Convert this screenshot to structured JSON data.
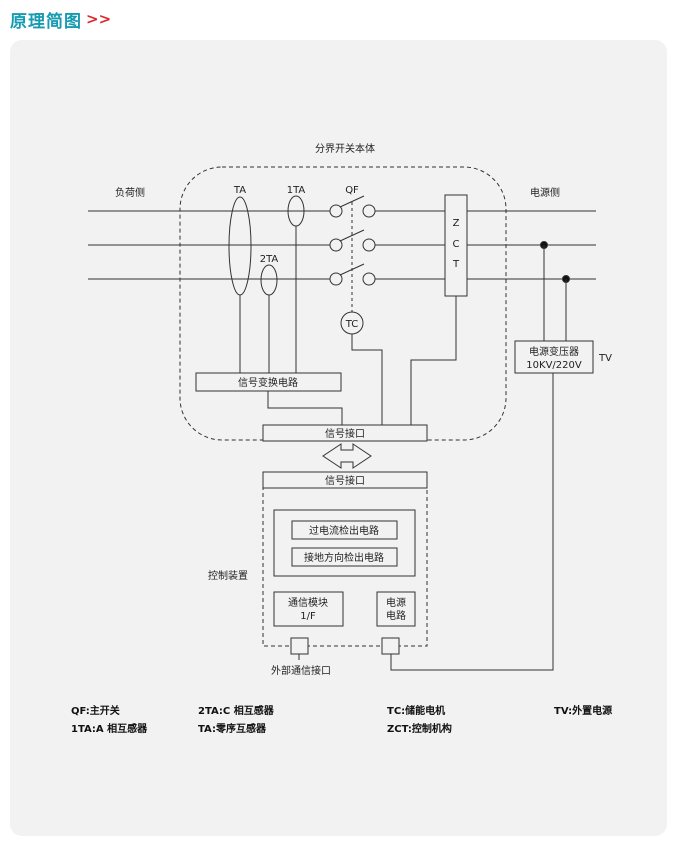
{
  "header": {
    "title": "原理简图",
    "arrow": ">>"
  },
  "diagram": {
    "enclosure_label": "分界开关本体",
    "load_side": "负荷侧",
    "source_side": "电源侧",
    "ta": "TA",
    "ta1": "1TA",
    "ta2": "2TA",
    "qf": "QF",
    "zct": [
      "Z",
      "C",
      "T"
    ],
    "tc": "TC",
    "signal_convert": "信号变换电路",
    "signal_interface": "信号接口",
    "control_interface": "信号接口",
    "overcurrent": "过电流检出电路",
    "ground_direction": "接地方向检出电路",
    "control_device": "控制装置",
    "comm_module_line1": "通信模块",
    "comm_module_line2": "1/F",
    "power_circuit_line1": "电源",
    "power_circuit_line2": "电路",
    "external_comm": "外部通信接口",
    "transformer_line1": "电源变压器",
    "transformer_line2": "10KV/220V",
    "tv": "TV"
  },
  "legend": {
    "qf": "QF:主开关",
    "ta1": "1TA:A 相互感器",
    "ta2": "2TA:C 相互感器",
    "ta": "TA:零序互感器",
    "tc": "TC:储能电机",
    "zct": "ZCT:控制机构",
    "tv": "TV:外置电源"
  }
}
